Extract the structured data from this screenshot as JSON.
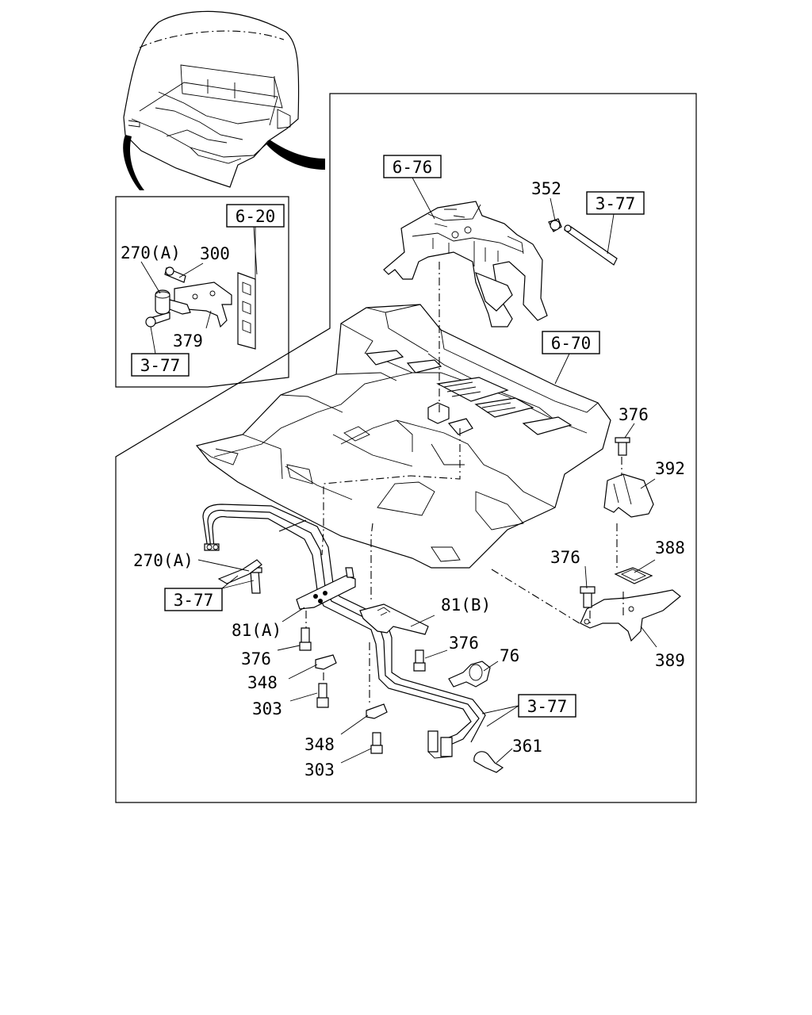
{
  "ref_boxes": [
    {
      "id": "ref-6-76",
      "text": "6-76"
    },
    {
      "id": "ref-3-77-top",
      "text": "3-77"
    },
    {
      "id": "ref-6-20",
      "text": "6-20"
    },
    {
      "id": "ref-3-77-inset",
      "text": "3-77"
    },
    {
      "id": "ref-6-70",
      "text": "6-70"
    },
    {
      "id": "ref-3-77-left",
      "text": "3-77"
    },
    {
      "id": "ref-3-77-bottom",
      "text": "3-77"
    }
  ],
  "callouts": [
    {
      "id": "c352",
      "text": "352"
    },
    {
      "id": "c270a-inset",
      "text": "270(A)"
    },
    {
      "id": "c300",
      "text": "300"
    },
    {
      "id": "c379",
      "text": "379"
    },
    {
      "id": "c376-a",
      "text": "376"
    },
    {
      "id": "c392",
      "text": "392"
    },
    {
      "id": "c388",
      "text": "388"
    },
    {
      "id": "c376-b",
      "text": "376"
    },
    {
      "id": "c389",
      "text": "389"
    },
    {
      "id": "c270a",
      "text": "270(A)"
    },
    {
      "id": "c81b",
      "text": "81(B)"
    },
    {
      "id": "c81a",
      "text": "81(A)"
    },
    {
      "id": "c376-c",
      "text": "376"
    },
    {
      "id": "c376-d",
      "text": "376"
    },
    {
      "id": "c76",
      "text": "76"
    },
    {
      "id": "c348-a",
      "text": "348"
    },
    {
      "id": "c303-a",
      "text": "303"
    },
    {
      "id": "c348-b",
      "text": "348"
    },
    {
      "id": "c303-b",
      "text": "303"
    },
    {
      "id": "c361",
      "text": "361"
    }
  ]
}
